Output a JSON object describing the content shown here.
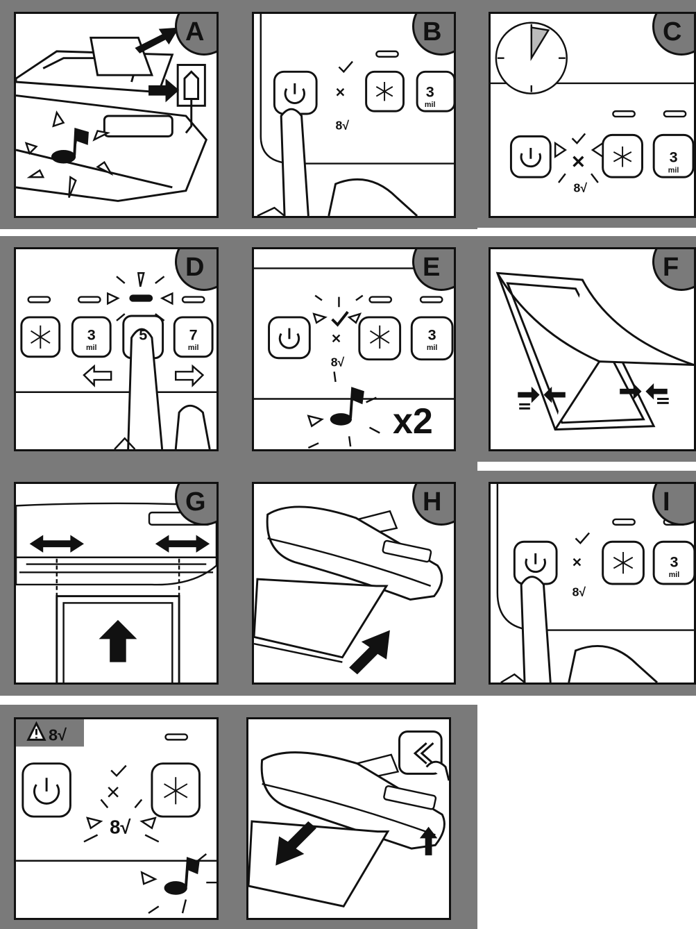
{
  "panels": {
    "a": {
      "letter": "A"
    },
    "b": {
      "letter": "B",
      "mil": "mil",
      "thickness": "3"
    },
    "c": {
      "letter": "C",
      "mil": "mil",
      "thickness": "3"
    },
    "d": {
      "letter": "D",
      "mil": "mil",
      "thickness_left": "3",
      "thickness_mid": "5",
      "thickness_right": "7"
    },
    "e": {
      "letter": "E",
      "mil": "mil",
      "thickness": "3",
      "repeat": "x2"
    },
    "f": {
      "letter": "F"
    },
    "g": {
      "letter": "G"
    },
    "h": {
      "letter": "H"
    },
    "i": {
      "letter": "I",
      "mil": "mil",
      "thickness": "3"
    }
  },
  "icons": [
    "power-icon",
    "snowflake-icon",
    "check-icon",
    "cross-icon",
    "jam-icon",
    "music-note-icon",
    "warning-icon",
    "reverse-icon",
    "arrow-icon",
    "hand-icon",
    "clock-icon"
  ],
  "colors": {
    "band": "#7a7a7a",
    "line": "#111111",
    "paper": "#ffffff"
  }
}
